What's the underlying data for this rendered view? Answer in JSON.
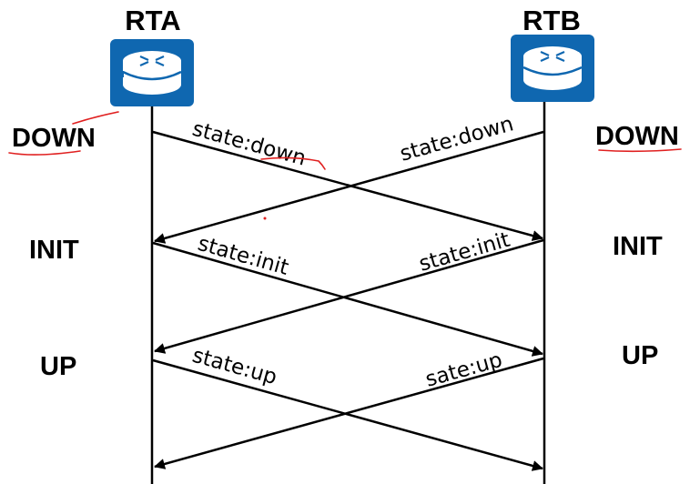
{
  "routers": {
    "left": {
      "name": "RTA",
      "icon": "router-icon"
    },
    "right": {
      "name": "RTB",
      "icon": "router-icon"
    }
  },
  "states": {
    "left": [
      "DOWN",
      "INIT",
      "UP"
    ],
    "right": [
      "DOWN",
      "INIT",
      "UP"
    ]
  },
  "messages": {
    "down_from_a": "state:down",
    "down_from_b": "state:down",
    "init_from_a": "state:init",
    "init_from_b": "state:init",
    "up_from_a": "state:up",
    "up_from_b": "sate:up"
  },
  "colors": {
    "router_fill": "#0f67b0",
    "annotation": "#e02020",
    "line": "#000000"
  }
}
